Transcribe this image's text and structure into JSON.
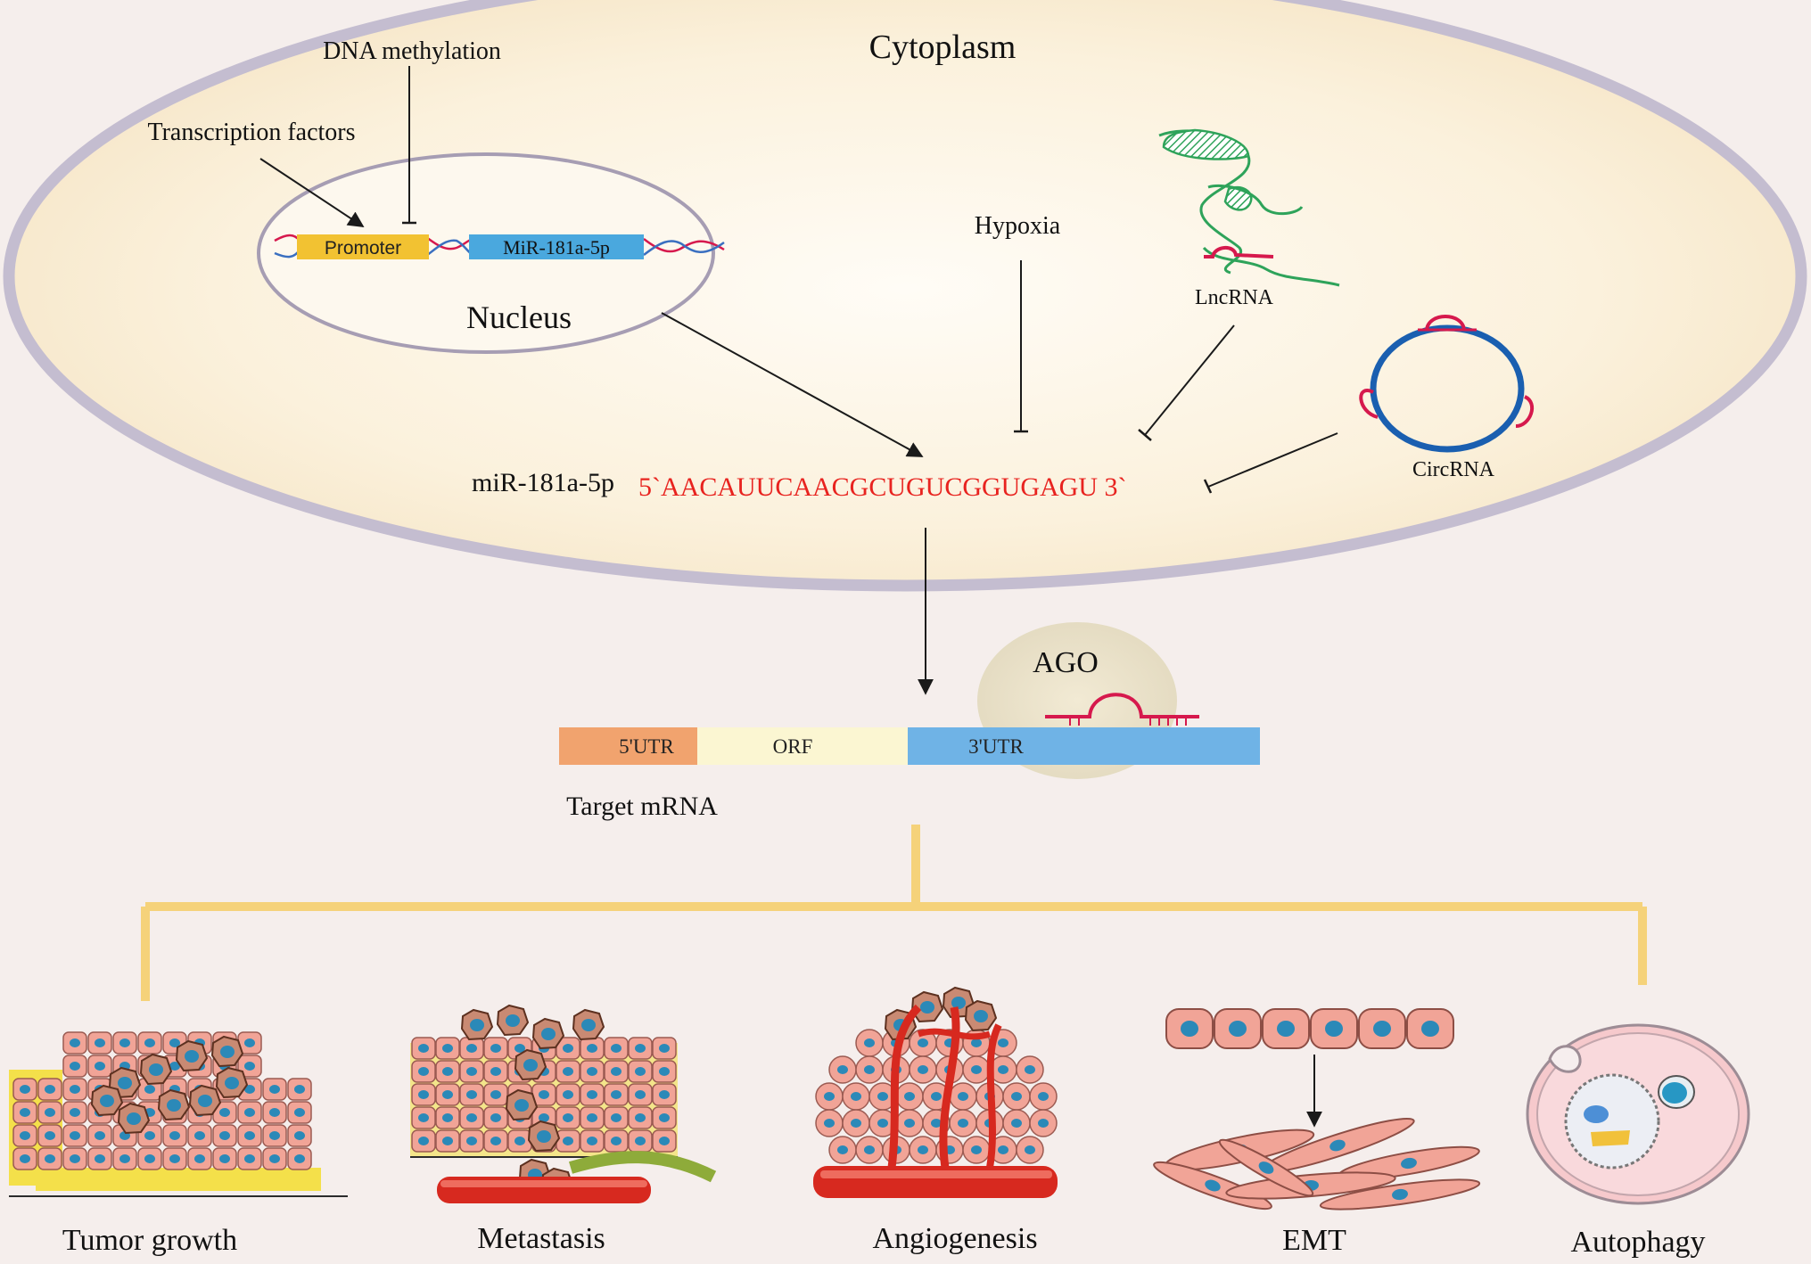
{
  "labels": {
    "cytoplasm": "Cytoplasm",
    "nucleus": "Nucleus",
    "dna_methylation": "DNA methylation",
    "transcription_factors": "Transcription factors",
    "promoter": "Promoter",
    "mir_gene": "MiR-181a-5p",
    "hypoxia": "Hypoxia",
    "lncrna": "LncRNA",
    "circrna": "CircRNA",
    "mirna_name": "miR-181a-5p",
    "mirna_sequence": "5`AACAUUCAACGCUGUCGGUGAGU 3`",
    "ago": "AGO",
    "utr5": "5'UTR",
    "orf": "ORF",
    "utr3": "3'UTR",
    "target_mrna": "Target  mRNA"
  },
  "outcomes": [
    {
      "label": "Tumor growth"
    },
    {
      "label": "Metastasis"
    },
    {
      "label": "Angiogenesis"
    },
    {
      "label": "EMT"
    },
    {
      "label": "Autophagy"
    }
  ],
  "colors": {
    "cell_fill": "#fbf3e2",
    "cell_border": "#c3bccd",
    "promoter": "#f2c232",
    "mir_gene": "#4aa8de",
    "sequence": "#e8231f",
    "utr5": "#f1a36e",
    "orf": "#fbf6d2",
    "utr3": "#6fb3e6",
    "ago": "#e9e2cc",
    "bracket": "#f5d27a",
    "rna_red": "#d6194d",
    "lnc_green": "#2ea35a",
    "circ_blue": "#1a5fb0",
    "tumor_cell": "#f1a497",
    "nucleus_blue": "#2b89b8",
    "vessel_red": "#d7291f"
  }
}
